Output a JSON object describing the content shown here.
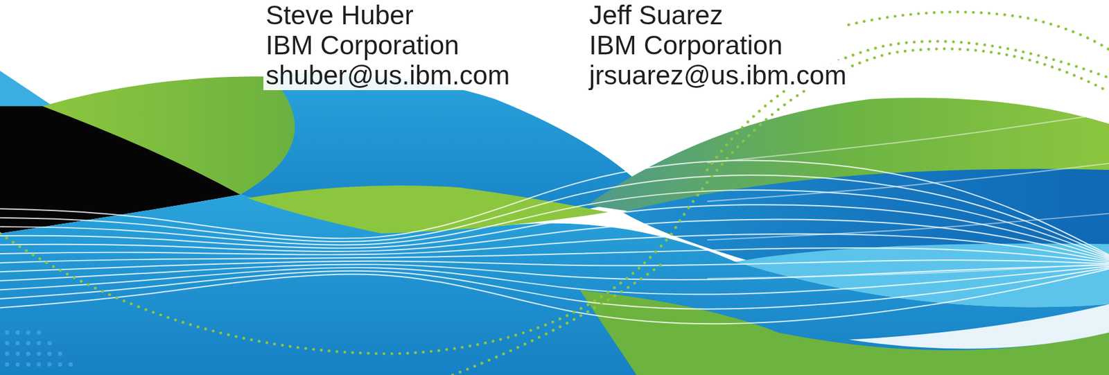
{
  "diagram": {
    "labels": [
      "Steve Huber",
      "Jeff Suarez",
      "IBM Corporation",
      "IBM Corporation",
      "shuber@us.ibm.com",
      "jrsuarez@us.ibm.com"
    ]
  }
}
